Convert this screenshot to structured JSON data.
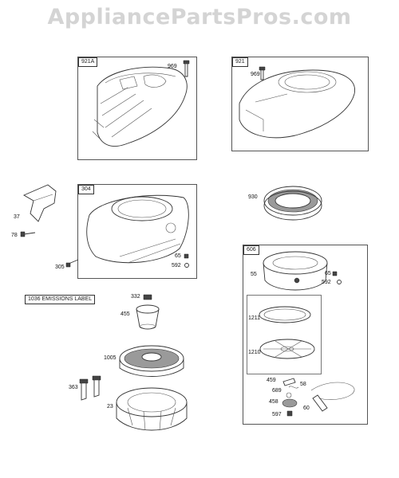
{
  "watermark": "AppliancePartsPros.com",
  "boxes": {
    "b921A": "921A",
    "b921": "921",
    "b304": "304",
    "b606": "606",
    "emissions": "1036 EMISSIONS LABEL"
  },
  "labels": {
    "p969a": "969",
    "p969b": "969",
    "p930": "930",
    "p37": "37",
    "p78": "78",
    "p305": "305",
    "p65a": "65",
    "p592a": "592",
    "p55": "55",
    "p65b": "65",
    "p592b": "592",
    "p1211": "1211",
    "p1210": "1210",
    "p332": "332",
    "p455": "455",
    "p1005": "1005",
    "p363": "363",
    "p23": "23",
    "p459": "459",
    "p58": "58",
    "p689": "689",
    "p458": "458",
    "p597": "597",
    "p60": "60"
  }
}
